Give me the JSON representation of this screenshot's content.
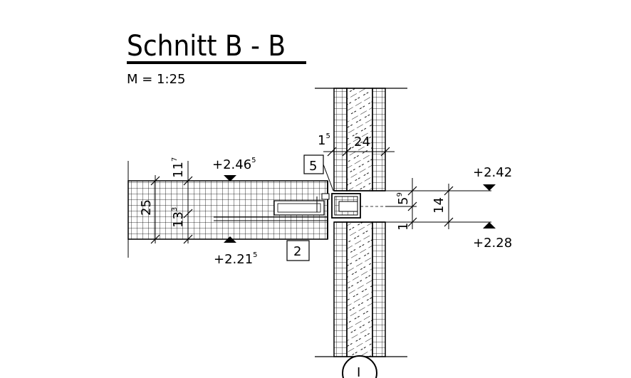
{
  "title": "Schnitt B - B",
  "scale": "M = 1:25",
  "levels": {
    "top_left": {
      "main": "+2.46",
      "sup": "5"
    },
    "bottom_left": {
      "main": "+2.21",
      "sup": "5"
    },
    "top_right": "+2.42",
    "bottom_right": "+2.28"
  },
  "dimensions": {
    "slab_total": "25",
    "slab_upper": {
      "main": "11",
      "sup": "7"
    },
    "slab_lower": {
      "main": "13",
      "sup": "3"
    },
    "wall_thickness": "24",
    "gap": {
      "main": "1",
      "sup": "5"
    },
    "joint_upper": {
      "main": "5",
      "sup": "9"
    },
    "joint_total": "14",
    "joint_lower": "1"
  },
  "tags": {
    "tag5": "5",
    "tag2": "2"
  },
  "axis_label": "I"
}
